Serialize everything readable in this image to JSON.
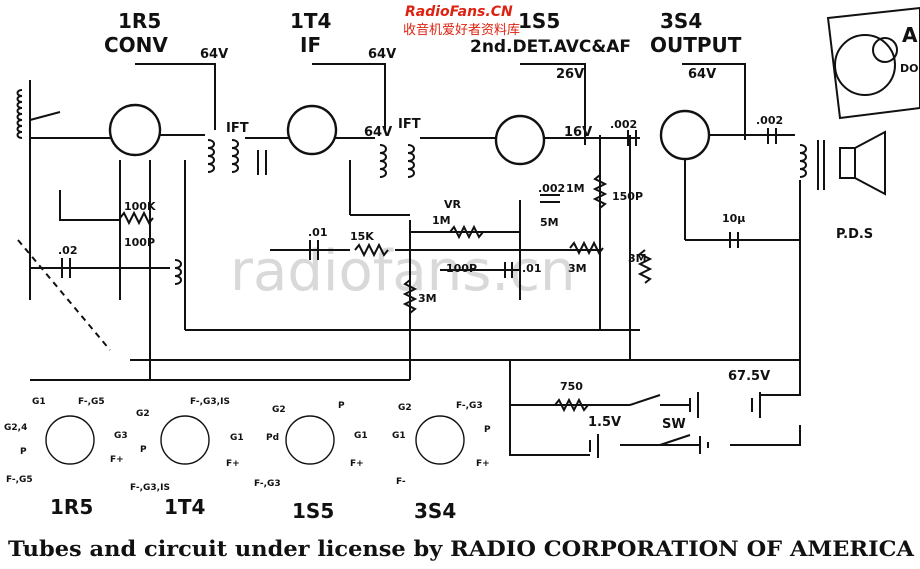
{
  "watermark": {
    "site": "RadioFans.CN",
    "cn": "收音机爱好者资料库",
    "background": "radiofans.cn"
  },
  "tubes": [
    {
      "type": "1R5",
      "function": "CONV"
    },
    {
      "type": "1T4",
      "function": "IF"
    },
    {
      "type": "1S5",
      "function": "2nd.DET.AVC&AF"
    },
    {
      "type": "3S4",
      "function": "OUTPUT"
    }
  ],
  "voltages": [
    "64V",
    "64V",
    "64V",
    "26V",
    "64V",
    "16V",
    "67.5V",
    "1.5V"
  ],
  "transformers": [
    "IFT",
    "IFT"
  ],
  "components": [
    "100K",
    "100P",
    ".02",
    ".01",
    "15K",
    "3M",
    "VR",
    "1M",
    ".002",
    "5M",
    "100P",
    ".01",
    "3M",
    "1M",
    "150P",
    "3M",
    ".002",
    "10µ",
    ".002",
    "750"
  ],
  "speaker": "P.D.S",
  "switch": "SW",
  "bases": [
    {
      "name": "1R5",
      "pins": [
        "G1",
        "F-,G5",
        "G2,4",
        "G3",
        "P",
        "F+",
        "F-,G5"
      ]
    },
    {
      "name": "1T4",
      "pins": [
        "G2",
        "F-,G3,IS",
        "P",
        "G1",
        "F+",
        "F-,G3,IS"
      ]
    },
    {
      "name": "1S5",
      "pins": [
        "G2",
        "P",
        "Pd",
        "G1",
        "F+",
        "F-,G3"
      ]
    },
    {
      "name": "3S4",
      "pins": [
        "G2",
        "F-,G3",
        "G1",
        "P",
        "F+",
        "F-"
      ]
    }
  ],
  "footer": "Tubes and circuit under license by RADIO CORPORATION OF AMERICA",
  "corner": "A",
  "corner_small": "DO"
}
